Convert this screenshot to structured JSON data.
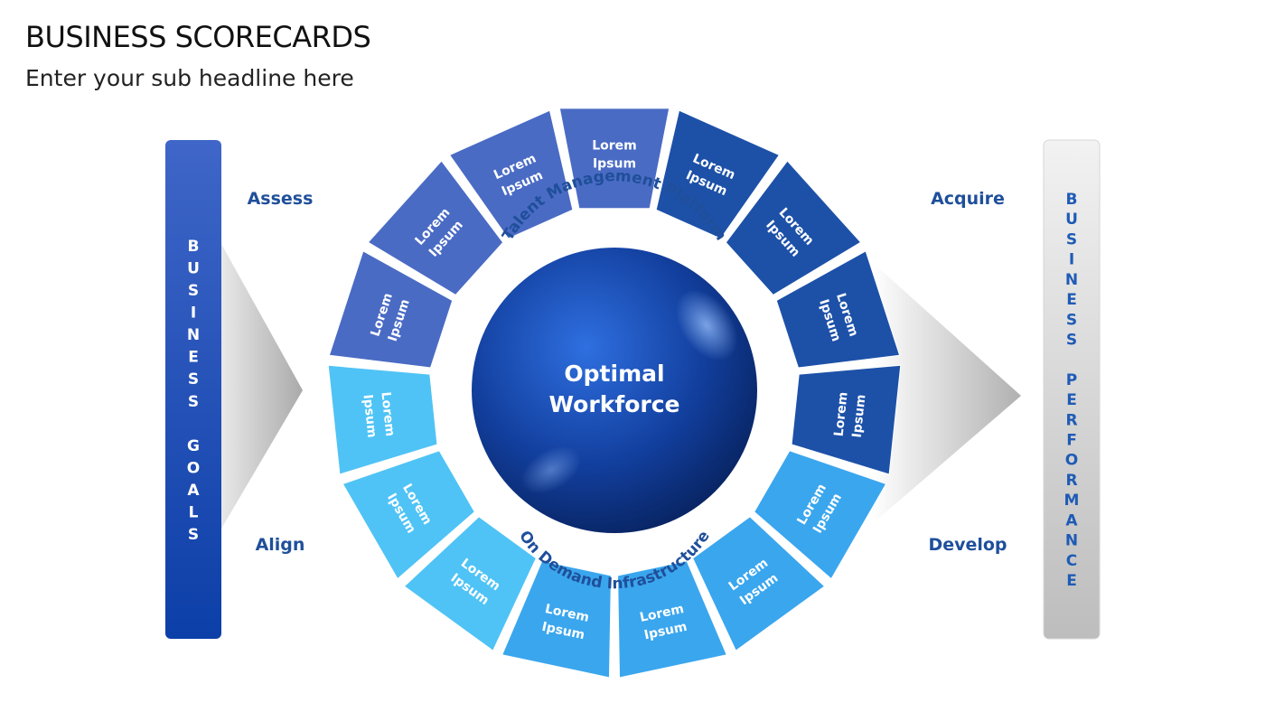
{
  "header": {
    "title": "BUSINESS SCORECARDS",
    "subtitle": "Enter your sub headline here"
  },
  "left_bar": {
    "text": "BUSINESS GOALS",
    "color": "#1e4db7"
  },
  "right_bar": {
    "text": "BUSINESS PERFORMANCE",
    "color": "#1f5bb5"
  },
  "corner_labels": {
    "assess": "Assess",
    "align": "Align",
    "acquire": "Acquire",
    "develop": "Develop"
  },
  "ring_labels": {
    "top": "Talent Management Platform",
    "bottom": "On Demand Infrastructure"
  },
  "center": {
    "line1": "Optimal",
    "line2": "Workforce"
  },
  "segments": [
    {
      "line1": "Lorem",
      "line2": "Ipsum",
      "color": "#4a6bc4"
    },
    {
      "line1": "Lorem",
      "line2": "Ipsum",
      "color": "#1d51a8"
    },
    {
      "line1": "Lorem",
      "line2": "Ipsum",
      "color": "#1d51a8"
    },
    {
      "line1": "Lorem",
      "line2": "Ipsum",
      "color": "#1d51a8"
    },
    {
      "line1": "Lorem",
      "line2": "Ipsum",
      "color": "#1d51a8"
    },
    {
      "line1": "Lorem",
      "line2": "Ipsum",
      "color": "#3aa6ee"
    },
    {
      "line1": "Lorem",
      "line2": "Ipsum",
      "color": "#3aa6ee"
    },
    {
      "line1": "Lorem",
      "line2": "Ipsum",
      "color": "#3aa6ee"
    },
    {
      "line1": "Lorem",
      "line2": "Ipsum",
      "color": "#3aa6ee"
    },
    {
      "line1": "Lorem",
      "line2": "Ipsum",
      "color": "#4fc3f5"
    },
    {
      "line1": "Lorem",
      "line2": "Ipsum",
      "color": "#4fc3f5"
    },
    {
      "line1": "Lorem",
      "line2": "Ipsum",
      "color": "#4fc3f5"
    },
    {
      "line1": "Lorem",
      "line2": "Ipsum",
      "color": "#4a6bc4"
    },
    {
      "line1": "Lorem",
      "line2": "Ipsum",
      "color": "#4a6bc4"
    },
    {
      "line1": "Lorem",
      "line2": "Ipsum",
      "color": "#4a6bc4"
    }
  ],
  "colors": {
    "label": "#1f4f9a",
    "bar_letter_right": "#1f5bb5"
  }
}
